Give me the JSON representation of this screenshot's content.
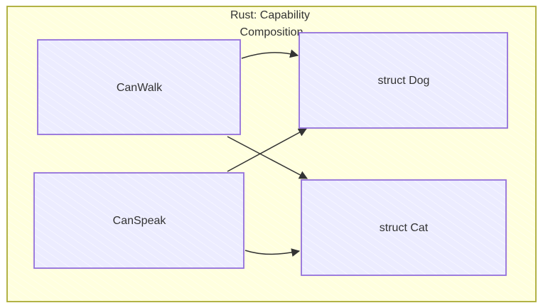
{
  "diagram": {
    "type": "flowchart",
    "subgraph": {
      "title_line1": "Rust: Capability",
      "title_line2": "Composition",
      "fill": "#ffffde",
      "stroke": "#aaaa33"
    },
    "node_style": {
      "fill": "#ececff",
      "stroke": "#9370db",
      "text_color": "#333333"
    },
    "nodes": [
      {
        "id": "CanWalk",
        "label": "CanWalk"
      },
      {
        "id": "CanSpeak",
        "label": "CanSpeak"
      },
      {
        "id": "Dog",
        "label": "struct Dog"
      },
      {
        "id": "Cat",
        "label": "struct Cat"
      }
    ],
    "edges": [
      {
        "from": "CanWalk",
        "to": "Dog"
      },
      {
        "from": "CanWalk",
        "to": "Cat"
      },
      {
        "from": "CanSpeak",
        "to": "Dog"
      },
      {
        "from": "CanSpeak",
        "to": "Cat"
      }
    ],
    "edge_color": "#333333"
  }
}
